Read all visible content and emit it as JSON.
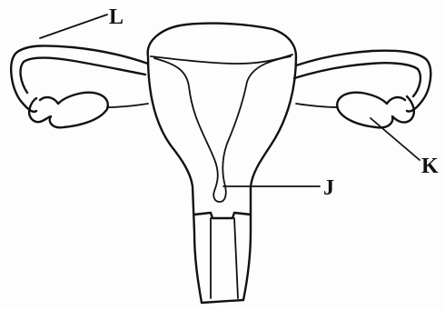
{
  "labels": {
    "L": "L",
    "K": "K",
    "J": "J"
  },
  "colors": {
    "ink": "#111111",
    "paper": "#fdfdfd"
  }
}
